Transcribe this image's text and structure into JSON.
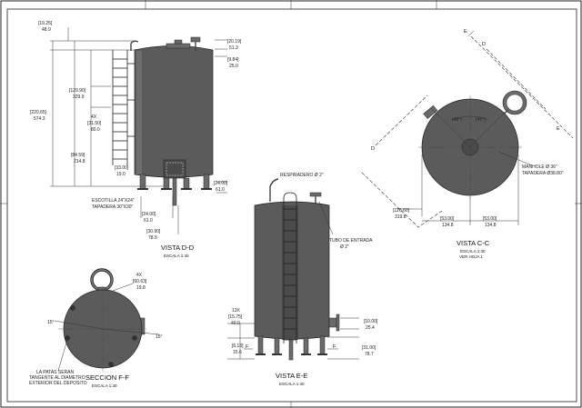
{
  "views": {
    "d": {
      "title": "VISTA D-D",
      "scale": "ESCALA 1:40",
      "dims": {
        "top_total_a": "[19.25]",
        "top_total_b": "48.9",
        "upper_right_a": "[20.19]",
        "upper_right_b": "51.3",
        "upper_right2_a": "[9.84]",
        "upper_right2_b": "25.0",
        "ladder_span_a": "[129.90]",
        "ladder_span_b": "329.9",
        "overall_a": "[220.65]",
        "overall_b": "574.3",
        "rungs_a": "4X",
        "rungs_b": "[31.50]",
        "rungs_c": "80.0",
        "lower_a": "[84.59]",
        "lower_b": "214.8",
        "hatch_a": "[33.00]",
        "hatch_b": "19.0",
        "leg_right_a": "[24.00]",
        "leg_right_b": "61.0",
        "leg_left_a": "[24.00]",
        "leg_left_b": "61.0",
        "base_a": "[30.90]",
        "base_b": "78.5",
        "manway_label_1": "ESCOTILLA 24\"X24\"",
        "manway_label_2": "TAPADERA 30\"X30\""
      }
    },
    "c": {
      "title": "VISTA C-C",
      "scale": "ESCALA 1:30",
      "sheet": "VER HOJA 1",
      "angle_left": "(45°)",
      "angle_right": "(45°)",
      "manhole_1": "MANHOLE Ø 36\"",
      "manhole_2": "TAPADERA Ø38.80\"",
      "dia_a": "[126.60]",
      "dia_b": "319.8",
      "left_w_a": "[53.00]",
      "left_w_b": "134.8",
      "right_w_a": "[53.00]",
      "right_w_b": "134.8",
      "section_d": "D",
      "section_e": "E"
    },
    "e": {
      "title": "VISTA E-E",
      "scale": "ESCALA 1:40",
      "respirator": "RESPIRADERO Ø 2\"",
      "inlet_1": "TUBO DE ENTRADA",
      "inlet_2": "Ø 2\"",
      "dim_left_a": "13X",
      "dim_left_b": "[15.75]",
      "dim_left_c": "40.0",
      "dim_right_a": "[10.00]",
      "dim_right_b": "25.4",
      "dim_low_left_a": "[6.13]",
      "dim_low_left_b": "15.6",
      "dim_low_right_a": "[31.00]",
      "dim_low_right_b": "78.7",
      "section_f": "F"
    },
    "f": {
      "title": "SECCION F-F",
      "scale": "ESCALA 1:40",
      "note_1": "LA PATAS SERAN",
      "note_2": "TANGENTE AL DIAMETRO",
      "note_3": "EXTERIOR DEL DEPOSITO",
      "angle_left": "15°",
      "angle_right": "15°",
      "dim_a": "4X",
      "dim_b": "[60.63]",
      "dim_c": "19.8"
    }
  }
}
